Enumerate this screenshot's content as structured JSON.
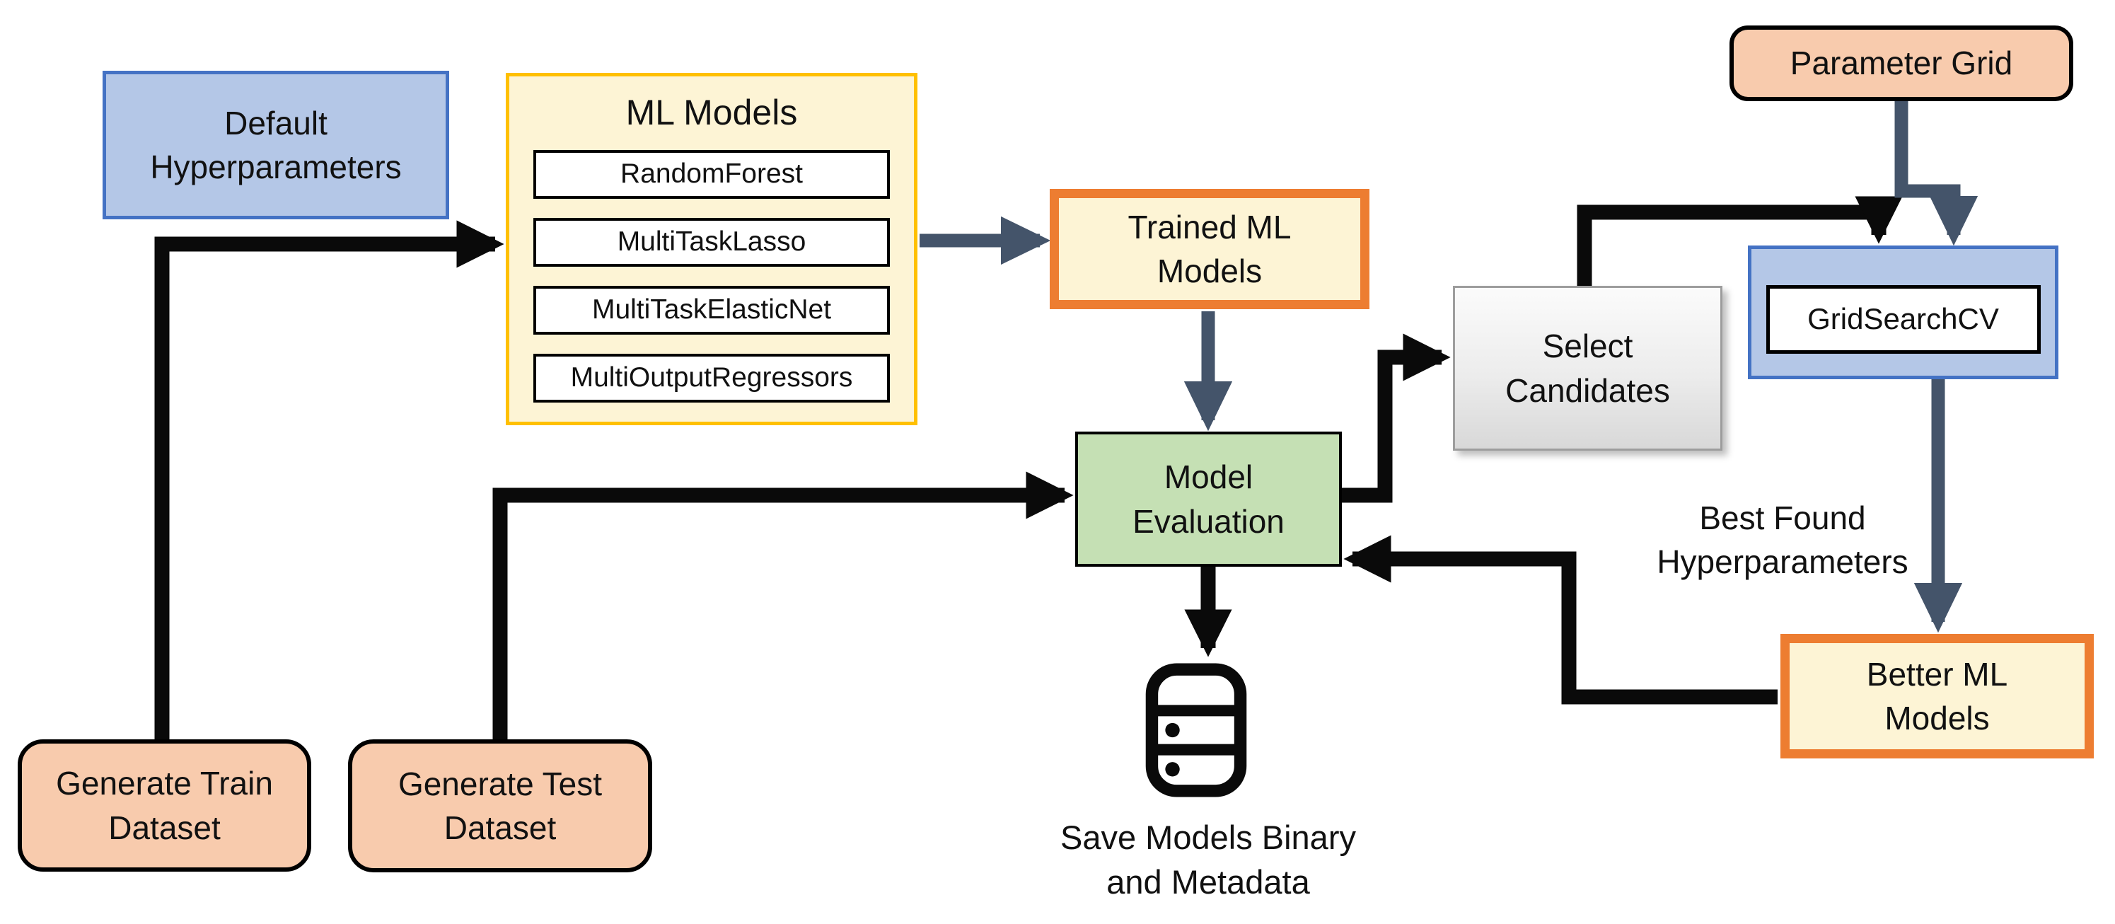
{
  "nodes": {
    "default_hyperparameters": {
      "label": "Default\nHyperparameters"
    },
    "ml_models": {
      "title": "ML Models",
      "items": [
        "RandomForest",
        "MultiTaskLasso",
        "MultiTaskElasticNet",
        "MultiOutputRegressors"
      ]
    },
    "trained_ml_models": {
      "label": "Trained  ML\nModels"
    },
    "parameter_grid": {
      "label": "Parameter Grid"
    },
    "grid_search_cv": {
      "label": "GridSearchCV"
    },
    "select_candidates": {
      "label": "Select\nCandidates"
    },
    "model_evaluation": {
      "label": "Model\nEvaluation"
    },
    "best_found": {
      "label": "Best Found\nHyperparameters"
    },
    "better_ml_models": {
      "label": "Better  ML\nModels"
    },
    "generate_train_dataset": {
      "label": "Generate Train\nDataset"
    },
    "generate_test_dataset": {
      "label": "Generate Test\nDataset"
    },
    "save_models": {
      "caption": "Save Models Binary\nand Metadata",
      "icon": "database-stack-icon"
    }
  },
  "colors": {
    "blue_fill": "#b4c7e7",
    "blue_border": "#4472c4",
    "cream_fill": "#fdf4d5",
    "gold_border": "#ffc000",
    "orange_border": "#ed7d31",
    "peach_fill": "#f8cbad",
    "green_fill": "#c5e0b4",
    "arrow_gray": "#44546a",
    "arrow_black": "#0a0a0a"
  }
}
